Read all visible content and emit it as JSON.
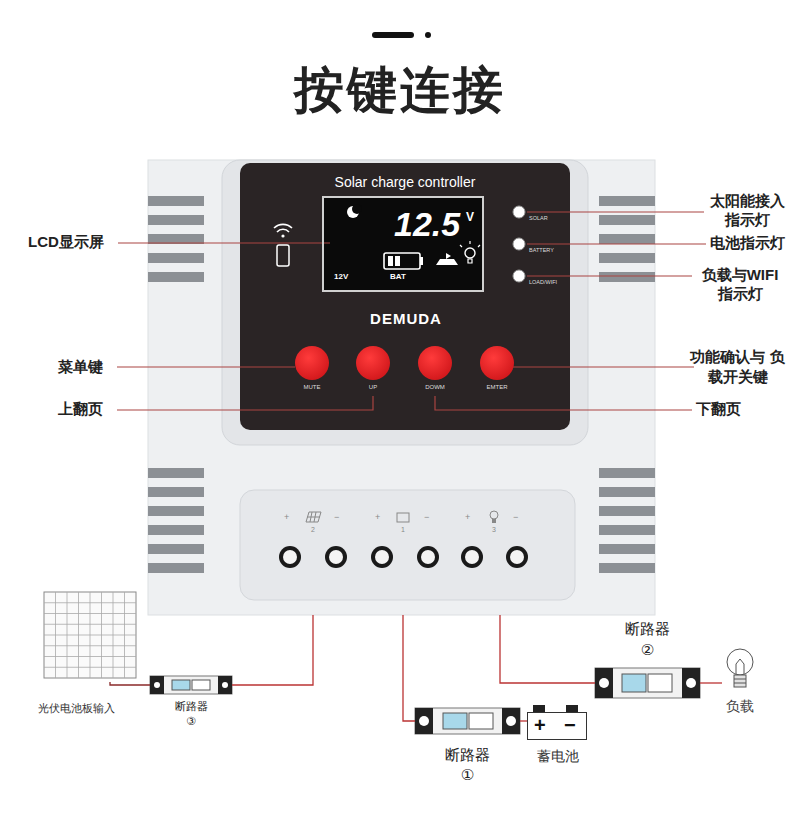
{
  "diagram": {
    "title": "按键连接",
    "nodes": [
      {
        "text": [
          "Solar charge controller",
          "DEMUDA"
        ]
      },
      {
        "text": [
          "12.5",
          "V",
          "12V",
          "BAT"
        ],
        "in": 0
      },
      {
        "text": [
          "MUTE"
        ],
        "in": 0
      },
      {
        "text": [
          "UP"
        ],
        "in": 0
      },
      {
        "text": [
          "DOWM"
        ],
        "in": 0
      },
      {
        "text": [
          "EMTER"
        ],
        "in": 0
      },
      {
        "text": [
          "光伏电池板输入"
        ]
      },
      {
        "text": [
          "断路器",
          "③"
        ]
      },
      {
        "text": [
          "断路器",
          "①"
        ]
      },
      {
        "text": [
          "+",
          "−",
          "蓄电池"
        ]
      },
      {
        "text": [
          "断路器",
          "②"
        ]
      },
      {
        "text": [
          "负载"
        ]
      }
    ],
    "edges": [
      {
        "from": 6,
        "to": 7,
        "arrow": "none"
      },
      {
        "from": 7,
        "to": 0,
        "arrow": "none"
      },
      {
        "from": 0,
        "to": 8,
        "arrow": "none"
      },
      {
        "from": 8,
        "to": 9,
        "arrow": "none"
      },
      {
        "from": 0,
        "to": 10,
        "arrow": "none"
      },
      {
        "from": 10,
        "to": 11,
        "arrow": "none"
      }
    ],
    "labels": [
      "LCD显示屏",
      "太阳能接入 指示灯",
      "SOLAR",
      "BATTERY",
      "LOAD/WIFI",
      "电池指示灯",
      "负载与WIFI 指示灯",
      "菜单键",
      "功能确认与 负载开关键",
      "上翻页",
      "下翻页",
      "+",
      "2",
      "−",
      "+",
      "1",
      "−",
      "+",
      "3",
      "−"
    ]
  }
}
